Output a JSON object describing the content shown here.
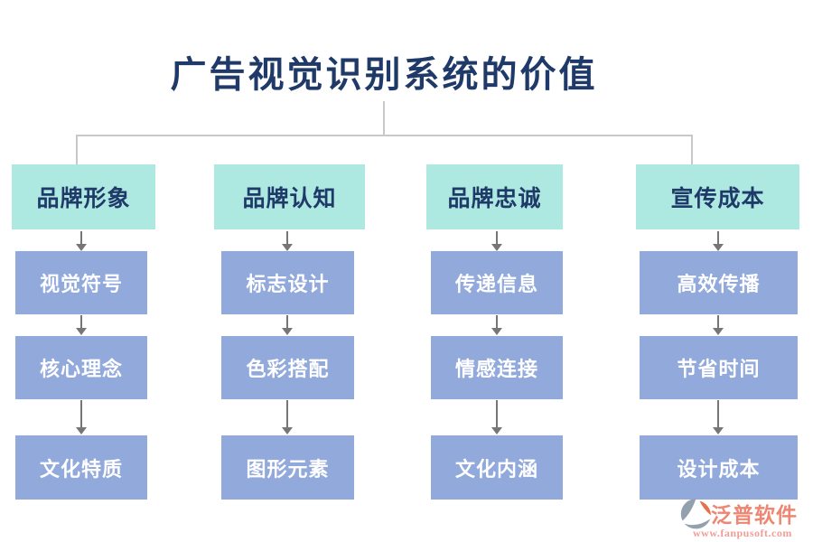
{
  "title": "广告视觉识别系统的价值",
  "columns": [
    {
      "header": "品牌形象",
      "items": [
        "视觉符号",
        "核心理念",
        "文化特质"
      ]
    },
    {
      "header": "品牌认知",
      "items": [
        "标志设计",
        "色彩搭配",
        "图形元素"
      ]
    },
    {
      "header": "品牌忠诚",
      "items": [
        "传递信息",
        "情感连接",
        "文化内涵"
      ]
    },
    {
      "header": "宣传成本",
      "items": [
        "高效传播",
        "节省时间",
        "设计成本"
      ]
    }
  ],
  "watermark": {
    "brand": "泛普软件",
    "url": "www.fanpusoft.com"
  },
  "colors": {
    "title": "#1f3a68",
    "header_bg": "#ade8e1",
    "header_text": "#1f3a68",
    "item_bg": "#92a9dc",
    "item_text": "#ffffff",
    "arrow": "#767676",
    "connector": "#c8c8c8",
    "brand_text": "#ed8672",
    "brand_url": "#f09e97",
    "logo_gray": "#92a1ad",
    "logo_orange": "#e5714e"
  }
}
